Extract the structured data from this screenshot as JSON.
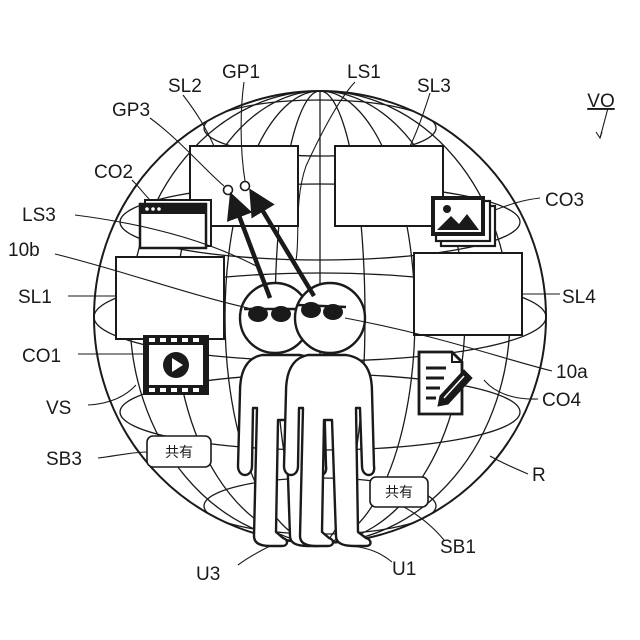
{
  "labels": {
    "vo": "VO",
    "sl2": "SL2",
    "gp1": "GP1",
    "ls1": "LS1",
    "sl3": "SL3",
    "gp3": "GP3",
    "co2": "CO2",
    "co3": "CO3",
    "ls3": "LS3",
    "b10": "10b",
    "sl1": "SL1",
    "sl4": "SL4",
    "co1": "CO1",
    "a10": "10a",
    "vs": "VS",
    "co4": "CO4",
    "sb3": "SB3",
    "r": "R",
    "sb1": "SB1",
    "u3": "U3",
    "u1": "U1"
  },
  "share_buttons": {
    "sb3_label": "共有",
    "sb1_label": "共有"
  },
  "icons": {
    "co1": "video-play-icon",
    "co2": "browser-window-icon",
    "co3": "image-gallery-icon",
    "co4": "document-edit-icon"
  },
  "colors": {
    "line": "#1a1a1a",
    "background": "#ffffff"
  }
}
